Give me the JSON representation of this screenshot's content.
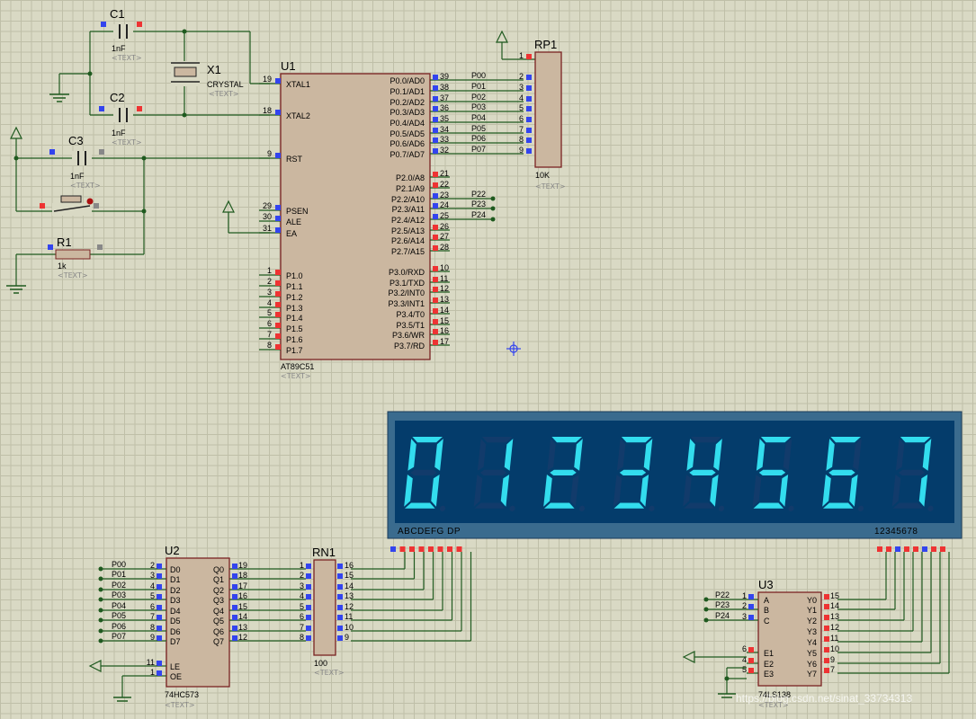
{
  "watermark": "https://blog.csdn.net/sinat_33734313",
  "colors": {
    "pin_red": "#e33",
    "pin_blue": "#3344ee",
    "wire": "#1f5a1f",
    "display_bg": "#043c6b",
    "segment_on": "#33ddee"
  },
  "placeholder": "<TEXT>",
  "components": {
    "c1": {
      "ref": "C1",
      "value": "1nF"
    },
    "c2": {
      "ref": "C2",
      "value": "1nF"
    },
    "c3": {
      "ref": "C3",
      "value": "1nF"
    },
    "x1": {
      "ref": "X1",
      "value": "CRYSTAL"
    },
    "r1": {
      "ref": "R1",
      "value": "1k"
    },
    "u1": {
      "ref": "U1",
      "value": "AT89C51"
    },
    "rp1": {
      "ref": "RP1",
      "value": "10K"
    },
    "u2": {
      "ref": "U2",
      "value": "74HC573"
    },
    "rn1": {
      "ref": "RN1",
      "value": "100"
    },
    "u3": {
      "ref": "U3",
      "value": "74LS138"
    }
  },
  "u1_left_pins": [
    {
      "num": "19",
      "name": "XTAL1"
    },
    {
      "num": "18",
      "name": "XTAL2"
    },
    {
      "num": "9",
      "name": "RST"
    },
    {
      "num": "29",
      "name": "PSEN"
    },
    {
      "num": "30",
      "name": "ALE"
    },
    {
      "num": "31",
      "name": "EA"
    },
    {
      "num": "1",
      "name": "P1.0"
    },
    {
      "num": "2",
      "name": "P1.1"
    },
    {
      "num": "3",
      "name": "P1.2"
    },
    {
      "num": "4",
      "name": "P1.3"
    },
    {
      "num": "5",
      "name": "P1.4"
    },
    {
      "num": "6",
      "name": "P1.5"
    },
    {
      "num": "7",
      "name": "P1.6"
    },
    {
      "num": "8",
      "name": "P1.7"
    }
  ],
  "u1_right_pins": [
    {
      "num": "39",
      "name": "P0.0/AD0",
      "net": "P00"
    },
    {
      "num": "38",
      "name": "P0.1/AD1",
      "net": "P01"
    },
    {
      "num": "37",
      "name": "P0.2/AD2",
      "net": "P02"
    },
    {
      "num": "36",
      "name": "P0.3/AD3",
      "net": "P03"
    },
    {
      "num": "35",
      "name": "P0.4/AD4",
      "net": "P04"
    },
    {
      "num": "34",
      "name": "P0.5/AD5",
      "net": "P05"
    },
    {
      "num": "33",
      "name": "P0.6/AD6",
      "net": "P06"
    },
    {
      "num": "32",
      "name": "P0.7/AD7",
      "net": "P07"
    },
    {
      "num": "21",
      "name": "P2.0/A8",
      "net": ""
    },
    {
      "num": "22",
      "name": "P2.1/A9",
      "net": ""
    },
    {
      "num": "23",
      "name": "P2.2/A10",
      "net": "P22"
    },
    {
      "num": "24",
      "name": "P2.3/A11",
      "net": "P23"
    },
    {
      "num": "25",
      "name": "P2.4/A12",
      "net": "P24"
    },
    {
      "num": "26",
      "name": "P2.5/A13",
      "net": ""
    },
    {
      "num": "27",
      "name": "P2.6/A14",
      "net": ""
    },
    {
      "num": "28",
      "name": "P2.7/A15",
      "net": ""
    },
    {
      "num": "10",
      "name": "P3.0/RXD",
      "net": ""
    },
    {
      "num": "11",
      "name": "P3.1/TXD",
      "net": ""
    },
    {
      "num": "12",
      "name": "P3.2/INT0",
      "net": ""
    },
    {
      "num": "13",
      "name": "P3.3/INT1",
      "net": ""
    },
    {
      "num": "14",
      "name": "P3.4/T0",
      "net": ""
    },
    {
      "num": "15",
      "name": "P3.5/T1",
      "net": ""
    },
    {
      "num": "16",
      "name": "P3.6/WR",
      "net": ""
    },
    {
      "num": "17",
      "name": "P3.7/RD",
      "net": ""
    }
  ],
  "rp1_pins": [
    "1",
    "2",
    "3",
    "4",
    "5",
    "6",
    "7",
    "8",
    "9"
  ],
  "u2_nets": [
    "P00",
    "P01",
    "P02",
    "P03",
    "P04",
    "P05",
    "P06",
    "P07"
  ],
  "u2_left_pins": [
    {
      "num": "2",
      "name": "D0"
    },
    {
      "num": "3",
      "name": "D1"
    },
    {
      "num": "4",
      "name": "D2"
    },
    {
      "num": "5",
      "name": "D3"
    },
    {
      "num": "6",
      "name": "D4"
    },
    {
      "num": "7",
      "name": "D5"
    },
    {
      "num": "8",
      "name": "D6"
    },
    {
      "num": "9",
      "name": "D7"
    },
    {
      "num": "11",
      "name": "LE"
    },
    {
      "num": "1",
      "name": "OE"
    }
  ],
  "u2_right_pins": [
    {
      "num": "19",
      "name": "Q0"
    },
    {
      "num": "18",
      "name": "Q1"
    },
    {
      "num": "17",
      "name": "Q2"
    },
    {
      "num": "16",
      "name": "Q3"
    },
    {
      "num": "15",
      "name": "Q4"
    },
    {
      "num": "14",
      "name": "Q5"
    },
    {
      "num": "13",
      "name": "Q6"
    },
    {
      "num": "12",
      "name": "Q7"
    }
  ],
  "rn1_left": [
    "1",
    "2",
    "3",
    "4",
    "5",
    "6",
    "7",
    "8"
  ],
  "rn1_right": [
    "16",
    "15",
    "14",
    "13",
    "12",
    "11",
    "10",
    "9"
  ],
  "u3_nets": [
    "P22",
    "P23",
    "P24"
  ],
  "u3_left_pins": [
    {
      "num": "1",
      "name": "A"
    },
    {
      "num": "2",
      "name": "B"
    },
    {
      "num": "3",
      "name": "C"
    },
    {
      "num": "6",
      "name": "E1"
    },
    {
      "num": "4",
      "name": "E2"
    },
    {
      "num": "5",
      "name": "E3"
    }
  ],
  "u3_right_pins": [
    {
      "num": "15",
      "name": "Y0"
    },
    {
      "num": "14",
      "name": "Y1"
    },
    {
      "num": "13",
      "name": "Y2"
    },
    {
      "num": "12",
      "name": "Y3"
    },
    {
      "num": "11",
      "name": "Y4"
    },
    {
      "num": "10",
      "name": "Y5"
    },
    {
      "num": "9",
      "name": "Y6"
    },
    {
      "num": "7",
      "name": "Y7"
    }
  ],
  "display": {
    "digits": [
      "0",
      "1",
      "2",
      "3",
      "4",
      "5",
      "6",
      "7"
    ],
    "segment_label": "ABCDEFG  DP",
    "digit_label": "12345678"
  }
}
